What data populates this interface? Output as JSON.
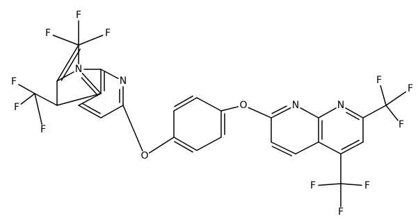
{
  "atom_labels": {
    "fluorine": "F",
    "nitrogen": "N",
    "oxygen": "O"
  },
  "colors": {
    "background": "#ffffff",
    "ink": "#000000"
  }
}
